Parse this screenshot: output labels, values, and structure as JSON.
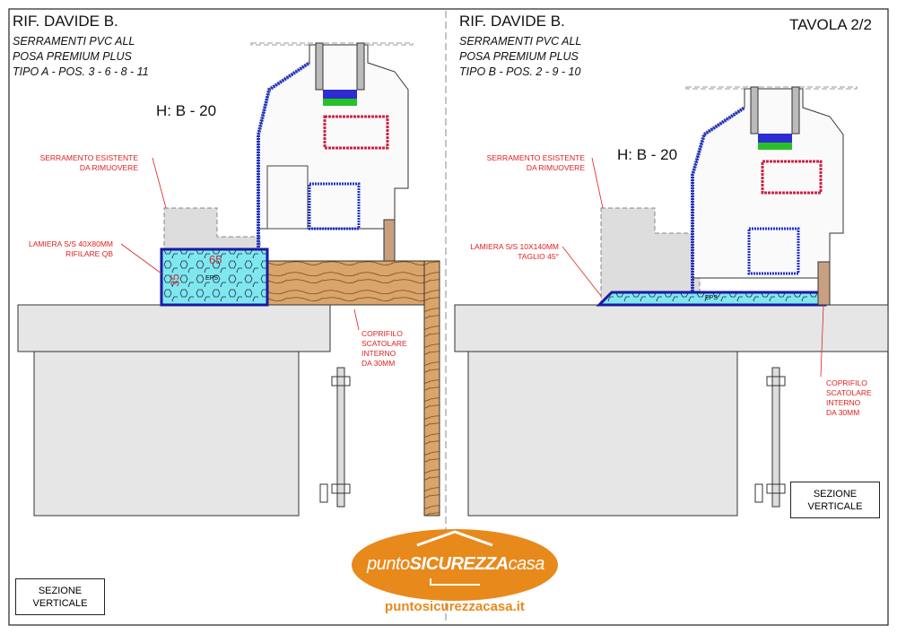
{
  "left": {
    "ref": "RIF. DAVIDE B.",
    "line1": "SERRAMENTI PVC ALL",
    "line2": "POSA PREMIUM PLUS",
    "line3": "TIPO A - POS. 3 - 6 - 8 - 11",
    "height": "H: B - 20",
    "label_existing_1": "SERRAMENTO ESISTENTE",
    "label_existing_2": "DA RIMUOVERE",
    "label_sheet_1": "LAMIERA S/S 40X80MM",
    "label_sheet_2": "RIFILARE QB",
    "dim_w": "65",
    "dim_h": "35",
    "eps": "EPS",
    "label_trim_1": "COPRIFILO",
    "label_trim_2": "SCATOLARE",
    "label_trim_3": "INTERNO",
    "label_trim_4": "DA 30MM",
    "section_1": "SEZIONE",
    "section_2": "VERTICALE"
  },
  "right": {
    "ref": "RIF. DAVIDE B.",
    "line1": "SERRAMENTI PVC ALL",
    "line2": "POSA PREMIUM PLUS",
    "line3": "TIPO B - POS. 2 - 9 - 10",
    "height": "H: B - 20",
    "sheet_no": "TAVOLA 2/2",
    "label_existing_1": "SERRAMENTO ESISTENTE",
    "label_existing_2": "DA RIMUOVERE",
    "label_sheet_1": "LAMIERA S/S 10X140MM",
    "label_sheet_2": "TAGLIO 45°",
    "eps": "EPS",
    "label_trim_1": "COPRIFILO",
    "label_trim_2": "SCATOLARE",
    "label_trim_3": "INTERNO",
    "label_trim_4": "DA 30MM",
    "section_1": "SEZIONE",
    "section_2": "VERTICALE"
  },
  "logo": {
    "brand_a": "punto",
    "brand_b": "SICUREZZA",
    "brand_c": "casa",
    "url": "puntosicurezzacasa.it",
    "color": "#e8891c"
  }
}
